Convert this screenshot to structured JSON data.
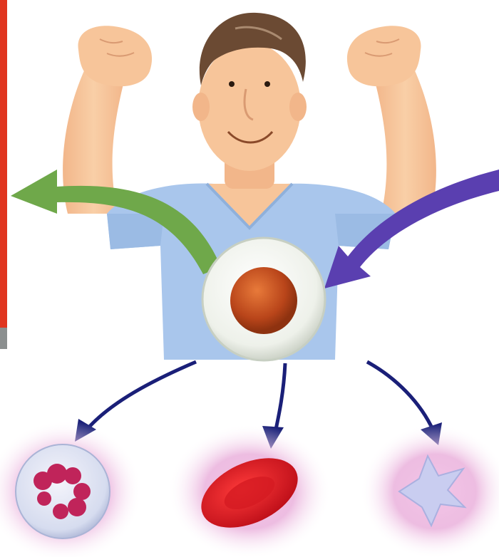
{
  "illustration": {
    "subject": "man-flexing-arms",
    "center_cell": "stem-cell",
    "arrows": [
      {
        "name": "incoming-arrow",
        "color": "#5a3fb0"
      },
      {
        "name": "outgoing-arrow",
        "color": "#6fa84a"
      },
      {
        "name": "branch-arrows",
        "color": "#1a1f78"
      }
    ],
    "derived_cells": [
      "white-blood-cell",
      "red-blood-cell",
      "platelet"
    ]
  },
  "colors": {
    "left_edge_bar": "#e0351f",
    "shirt": "#a9c6ec",
    "skin": "#f7c59a",
    "hair": "#6b4a33",
    "cell_nucleus": "#c9521f",
    "glow": "#e9a9d6"
  }
}
